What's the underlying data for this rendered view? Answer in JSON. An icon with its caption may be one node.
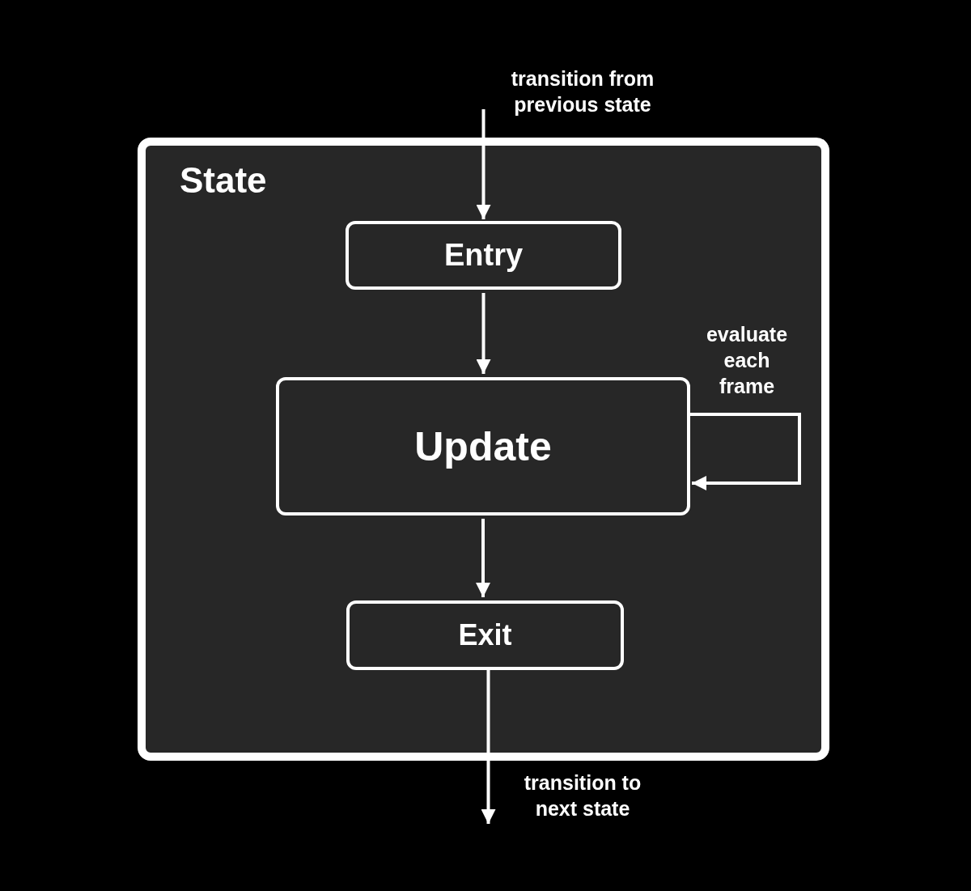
{
  "diagram": {
    "nodes": [
      {
        "text": [
          "State"
        ]
      },
      {
        "text": [
          "Entry"
        ],
        "in": 0
      },
      {
        "text": [
          "Update"
        ],
        "in": 0
      },
      {
        "text": [
          "Exit"
        ],
        "in": 0
      }
    ],
    "edges": [
      {
        "from": null,
        "to": 1,
        "arrow": "to",
        "label": "transition from previous state"
      },
      {
        "from": 1,
        "to": 2,
        "arrow": "to"
      },
      {
        "from": 2,
        "to": 2,
        "arrow": "to",
        "label": "evaluate each frame"
      },
      {
        "from": 2,
        "to": 3,
        "arrow": "to"
      },
      {
        "from": 3,
        "to": null,
        "arrow": "to",
        "label": "transition to next state"
      }
    ]
  }
}
